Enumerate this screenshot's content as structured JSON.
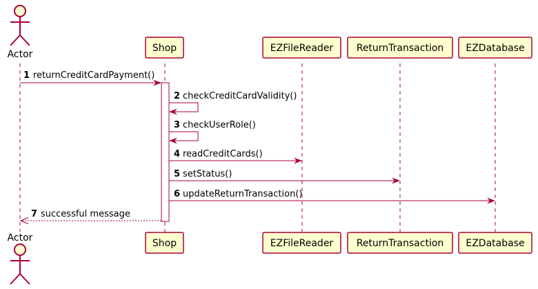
{
  "colors": {
    "arrow": "#A80036",
    "box_fill": "#FEFECE",
    "box_border": "#A80036",
    "lifeline": "#A80036",
    "activation_fill": "#FFFFFF"
  },
  "actor": {
    "label": "Actor"
  },
  "participants": [
    {
      "id": "shop",
      "label": "Shop"
    },
    {
      "id": "ezfilereader",
      "label": "EZFileReader"
    },
    {
      "id": "returntransaction",
      "label": "ReturnTransaction"
    },
    {
      "id": "ezdatabase",
      "label": "EZDatabase"
    }
  ],
  "messages": [
    {
      "num": "1",
      "text": "returnCreditCardPayment()",
      "from": "actor",
      "to": "shop",
      "style": "solid"
    },
    {
      "num": "2",
      "text": "checkCreditCardValidity()",
      "from": "shop",
      "to": "shop",
      "style": "self"
    },
    {
      "num": "3",
      "text": "checkUserRole()",
      "from": "shop",
      "to": "shop",
      "style": "self"
    },
    {
      "num": "4",
      "text": "readCreditCards()",
      "from": "shop",
      "to": "ezfilereader",
      "style": "solid"
    },
    {
      "num": "5",
      "text": "setStatus()",
      "from": "shop",
      "to": "returntransaction",
      "style": "solid"
    },
    {
      "num": "6",
      "text": "updateReturnTransaction()",
      "from": "shop",
      "to": "ezdatabase",
      "style": "solid"
    },
    {
      "num": "7",
      "text": "successful message",
      "from": "shop",
      "to": "actor",
      "style": "dashed"
    }
  ]
}
